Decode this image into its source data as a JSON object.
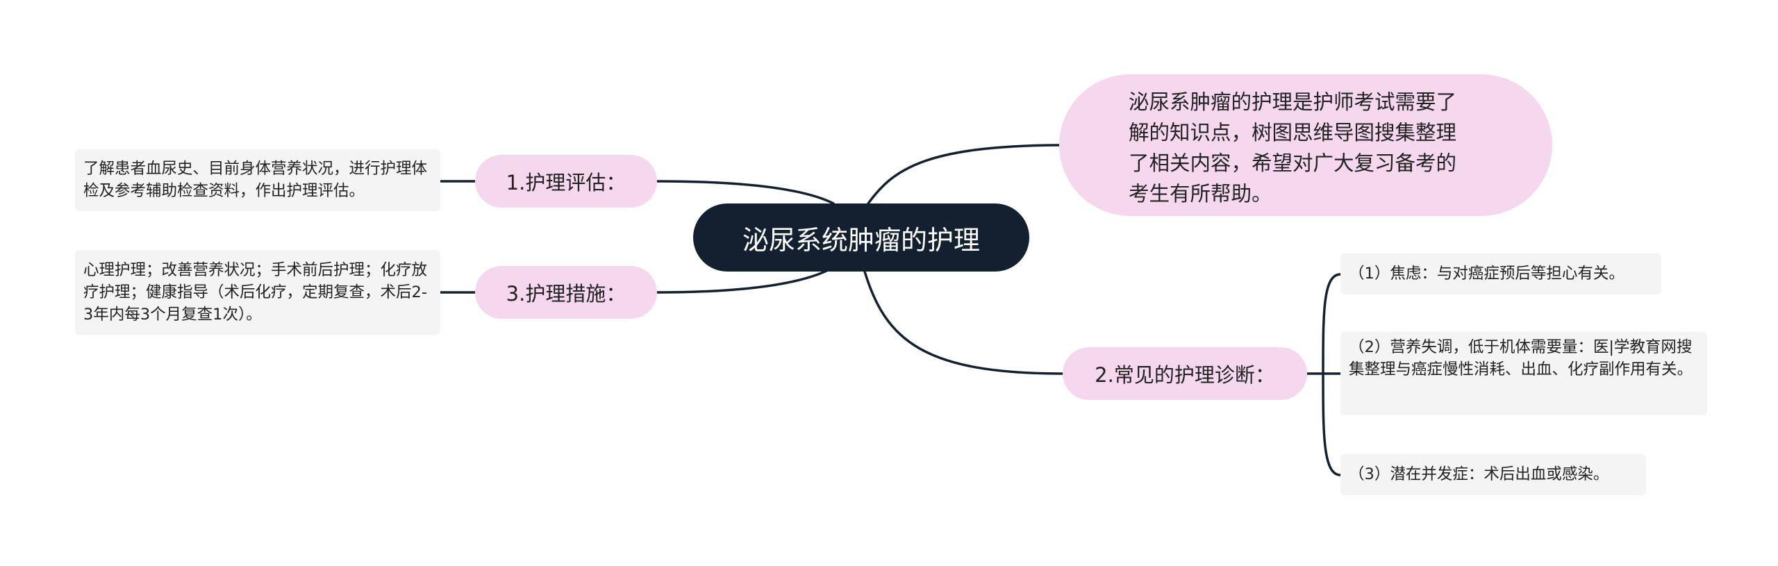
{
  "mindmap": {
    "root": "泌尿系统肿瘤的护理",
    "intro": "泌尿系肿瘤的护理是护师考试需要了解的知识点，树图思维导图搜集整理了相关内容，希望对广大复习备考的考生有所帮助。",
    "branches": [
      {
        "label": "1.护理评估：",
        "details": [
          "了解患者血尿史、目前身体营养状况，进行护理体检及参考辅助检查资料，作出护理评估。"
        ]
      },
      {
        "label": "2.常见的护理诊断：",
        "details": [
          "（1）焦虑：与对癌症预后等担心有关。",
          "（2）营养失调，低于机体需要量：医|学教育网搜集整理与癌症慢性消耗、出血、化疗副作用有关。",
          "（3）潜在并发症：术后出血或感染。"
        ]
      },
      {
        "label": "3.护理措施：",
        "details": [
          "心理护理；改善营养状况；手术前后护理；化疗放疗护理；健康指导（术后化疗，定期复查，术后2-3年内每3个月复查1次）。"
        ]
      }
    ]
  },
  "colors": {
    "root_bg": "#13202f",
    "branch_bg": "#f5d8ee",
    "leaf_bg": "#f4f4f4",
    "line": "#13202f"
  }
}
